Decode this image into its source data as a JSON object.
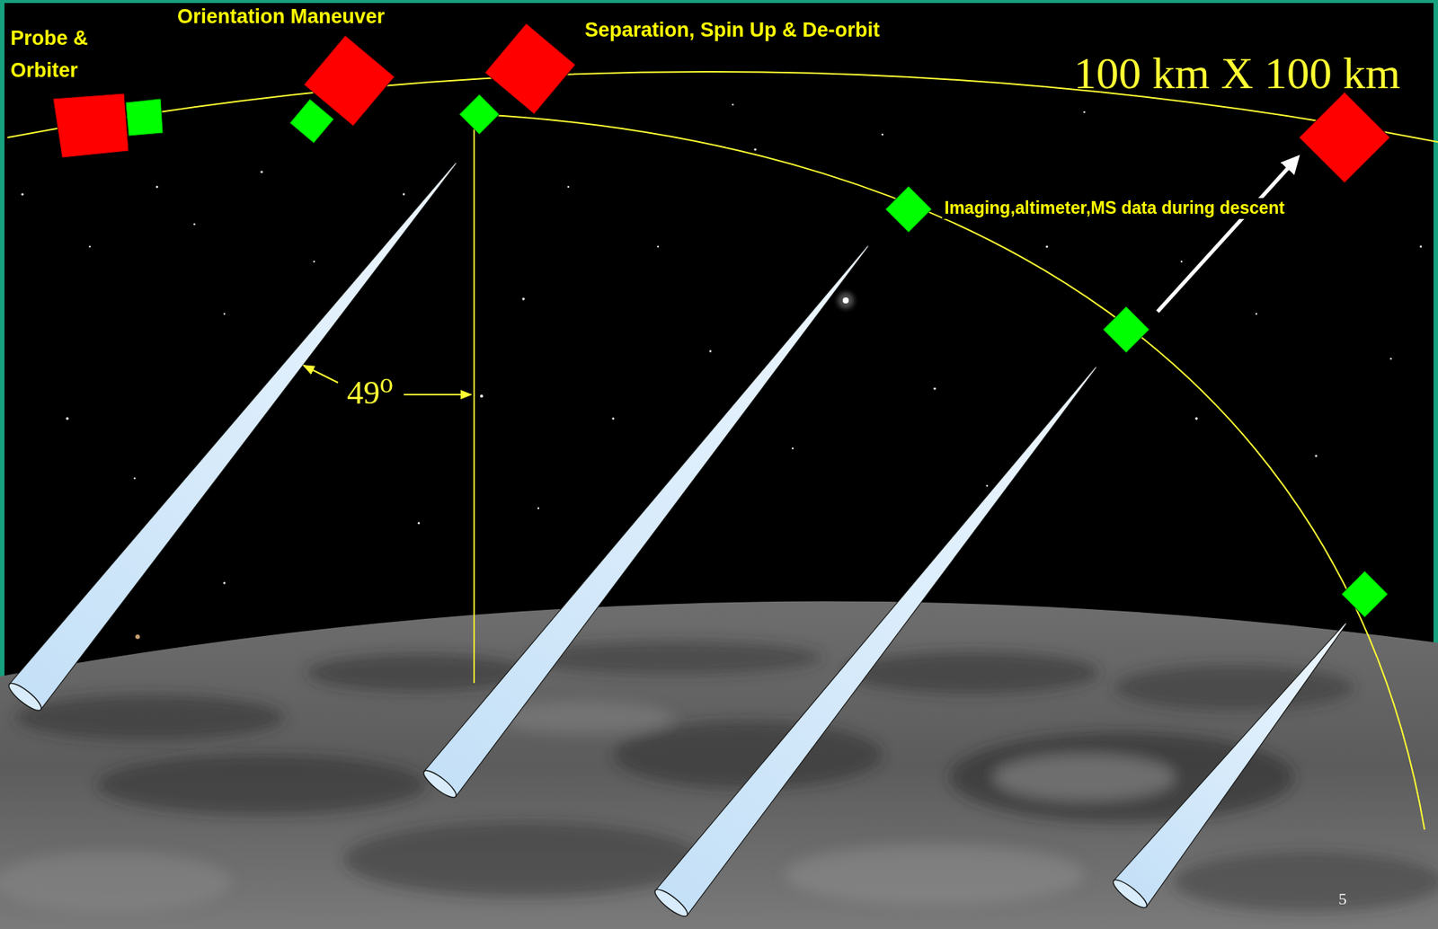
{
  "diagram": {
    "labels": [
      "Probe & Orbiter",
      "Orientation Maneuver",
      "Separation, Spin Up & De-orbit",
      "100 km X 100 km",
      "Imaging,altimeter,MS data during descent",
      "49⁰",
      "5"
    ]
  }
}
